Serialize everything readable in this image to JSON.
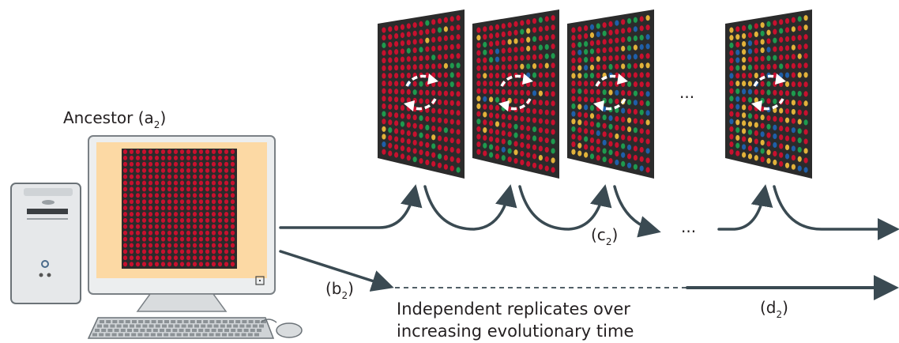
{
  "ancestor_label": {
    "base": "Ancestor (a",
    "sub": "2",
    "close": ")"
  },
  "label_b": {
    "base": "(b",
    "sub": "2",
    "close": ")"
  },
  "label_c": {
    "base": "(c",
    "sub": "2",
    "close": ")"
  },
  "label_d": {
    "base": "(d",
    "sub": "2",
    "close": ")"
  },
  "ellipsis_top": "...",
  "ellipsis_mid": "...",
  "replicates_line1": "Independent replicates over",
  "replicates_line2": "increasing evolutionary time",
  "colors": {
    "arrow": "#3a4a52",
    "dot_red": "#c8102e",
    "dot_green": "#1e9a4e",
    "dot_yellow": "#e2b23a",
    "dot_blue": "#1f5fa8",
    "panel_bg": "#2b2b2b",
    "monitor_screen": "#fcd9a4"
  },
  "icons": [
    "computer-tower-icon",
    "monitor-icon",
    "keyboard-icon",
    "mouse-icon",
    "cycle-arrows-icon"
  ]
}
